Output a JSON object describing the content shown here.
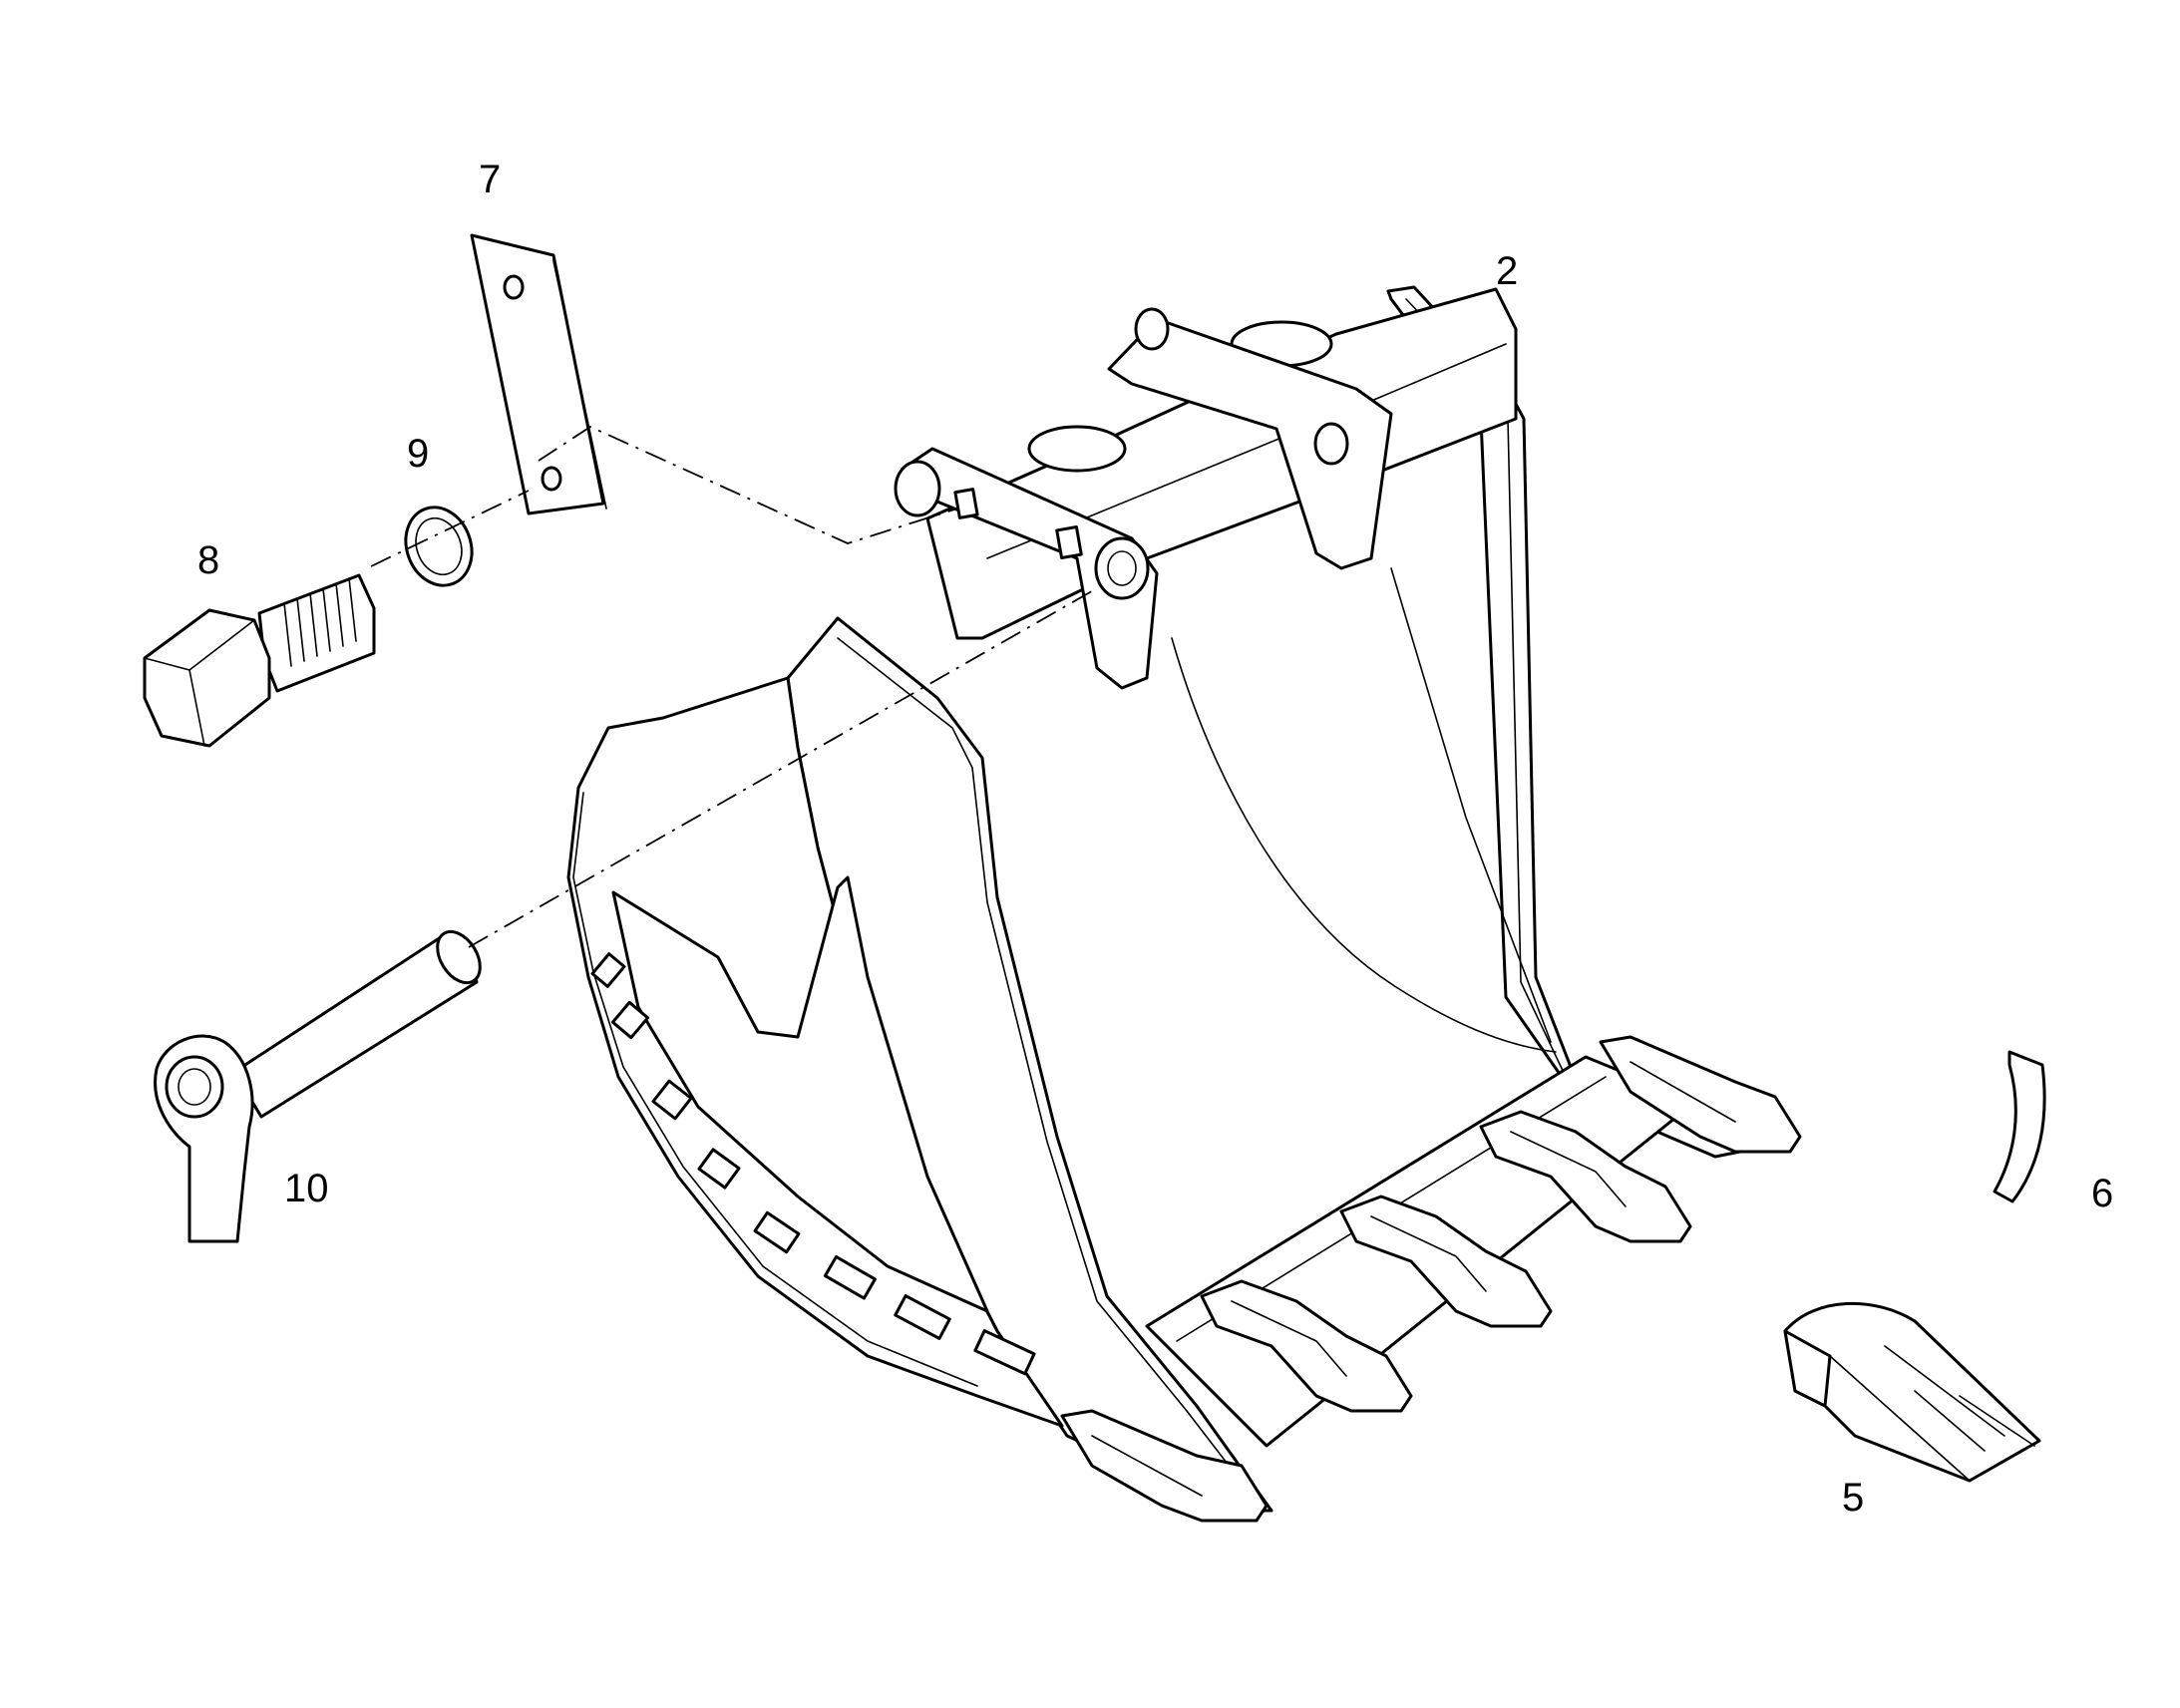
{
  "diagram": {
    "parts": [
      {
        "id": "part-2",
        "label": "2"
      },
      {
        "id": "part-5",
        "label": "5"
      },
      {
        "id": "part-6",
        "label": "6"
      },
      {
        "id": "part-7",
        "label": "7"
      },
      {
        "id": "part-8",
        "label": "8"
      },
      {
        "id": "part-9",
        "label": "9"
      },
      {
        "id": "part-10",
        "label": "10"
      }
    ],
    "line_color": "#000000",
    "background": "#ffffff"
  }
}
